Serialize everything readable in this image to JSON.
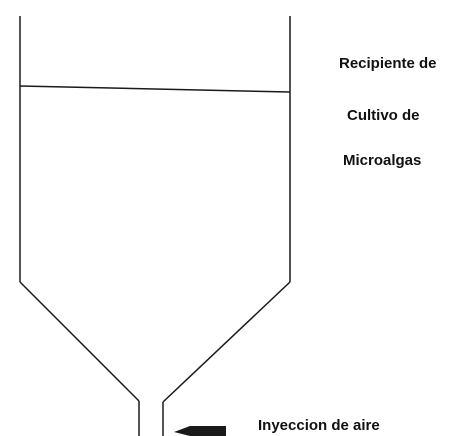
{
  "labels": {
    "vessel_line1": "Recipiente de",
    "vessel_line2": "Cultivo de",
    "vessel_line3": "Microalgas",
    "air_injection": "Inyeccion de aire"
  }
}
